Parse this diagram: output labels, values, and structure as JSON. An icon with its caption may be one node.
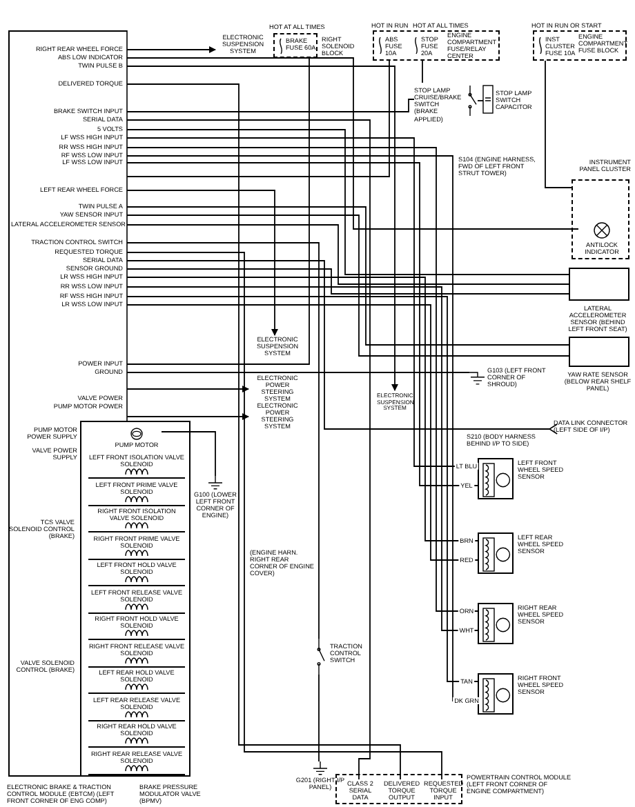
{
  "diagram": {
    "nodes": [
      {
        "text": [
          "ELECTRONIC BRAKE & TRACTION CONTROL MODULE (EBTCM) (LEFT FRONT CORNER OF ENG COMP)"
        ]
      },
      {
        "text": [
          "BRAKE PRESSURE MODULATOR VALVE (BPMV)"
        ]
      },
      {
        "text": [
          "PUMP MOTOR"
        ],
        "in": 1
      },
      {
        "text": [
          "LEFT FRONT ISOLATION VALVE SOLENOID"
        ],
        "in": 1
      },
      {
        "text": [
          "LEFT FRONT PRIME VALVE SOLENOID"
        ],
        "in": 1
      },
      {
        "text": [
          "RIGHT FRONT ISOLATION VALVE SOLENOID"
        ],
        "in": 1
      },
      {
        "text": [
          "RIGHT FRONT PRIME VALVE SOLENOID"
        ],
        "in": 1
      },
      {
        "text": [
          "LEFT FRONT HOLD VALVE SOLENOID"
        ],
        "in": 1
      },
      {
        "text": [
          "LEFT FRONT RELEASE VALVE SOLENOID"
        ],
        "in": 1
      },
      {
        "text": [
          "RIGHT FRONT HOLD VALVE SOLENOID"
        ],
        "in": 1
      },
      {
        "text": [
          "RIGHT FRONT RELEASE VALVE SOLENOID"
        ],
        "in": 1
      },
      {
        "text": [
          "LEFT REAR HOLD VALVE SOLENOID"
        ],
        "in": 1
      },
      {
        "text": [
          "LEFT REAR RELEASE VALVE SOLENOID"
        ],
        "in": 1
      },
      {
        "text": [
          "RIGHT REAR HOLD VALVE SOLENOID"
        ],
        "in": 1
      },
      {
        "text": [
          "RIGHT REAR RELEASE VALVE SOLENOID"
        ],
        "in": 1
      },
      {
        "text": [
          "ELECTRONIC SUSPENSION SYSTEM"
        ]
      },
      {
        "text": [
          "HOT AT ALL TIMES",
          "BRAKE FUSE 60A",
          "RIGHT SOLENOID BLOCK"
        ]
      },
      {
        "text": [
          "HOT IN RUN",
          "HOT AT ALL TIMES",
          "ABS FUSE 10A",
          "STOP FUSE 20A",
          "ENGINE COMPARTMENT FUSE/RELAY CENTER"
        ]
      },
      {
        "text": [
          "HOT IN RUN OR START",
          "INST CLUSTER FUSE 10A",
          "ENGINE COMPARTMENT FUSE BLOCK"
        ]
      },
      {
        "text": [
          "STOP LAMP CRUISE/BRAKE SWITCH (BRAKE APPLIED)"
        ]
      },
      {
        "text": [
          "STOP LAMP SWITCH CAPACITOR"
        ]
      },
      {
        "text": [
          "INSTRUMENT PANEL CLUSTER"
        ]
      },
      {
        "text": [
          "ANTILOCK INDICATOR"
        ],
        "in": 21
      },
      {
        "text": [
          "LATERAL ACCELEROMETER SENSOR (BEHIND LEFT FRONT SEAT)"
        ]
      },
      {
        "text": [
          "YAW RATE SENSOR (BELOW REAR SHELF PANEL)"
        ]
      },
      {
        "text": [
          "DATA LINK CONNECTOR (LEFT SIDE OF I/P)"
        ]
      },
      {
        "text": [
          "LEFT FRONT WHEEL SPEED SENSOR"
        ]
      },
      {
        "text": [
          "LEFT REAR WHEEL SPEED SENSOR"
        ]
      },
      {
        "text": [
          "RIGHT REAR WHEEL SPEED SENSOR"
        ]
      },
      {
        "text": [
          "RIGHT FRONT WHEEL SPEED SENSOR"
        ]
      },
      {
        "text": [
          "ELECTRONIC SUSPENSION SYSTEM"
        ]
      },
      {
        "text": [
          "ELECTRONIC SUSPENSION SYSTEM"
        ]
      },
      {
        "text": [
          "ELECTRONIC POWER STEERING SYSTEM"
        ]
      },
      {
        "text": [
          "ELECTRONIC POWER STEERING SYSTEM"
        ]
      },
      {
        "text": [
          "TRACTION CONTROL SWITCH"
        ]
      },
      {
        "text": [
          "POWERTRAIN CONTROL MODULE (LEFT FRONT CORNER OF ENGINE COMPARTMENT)"
        ]
      },
      {
        "text": [
          "CLASS 2 SERIAL DATA"
        ],
        "in": 35
      },
      {
        "text": [
          "DELIVERED TORQUE OUTPUT"
        ],
        "in": 35
      },
      {
        "text": [
          "REQUESTED TORQUE INPUT"
        ],
        "in": 35
      },
      {
        "text": [
          "G103 (LEFT FRONT CORNER OF SHROUD)"
        ]
      },
      {
        "text": [
          "G100 (LOWER LEFT FRONT CORNER OF ENGINE)"
        ]
      },
      {
        "text": [
          "G201 (RIGHT I/P PANEL)"
        ]
      }
    ],
    "edges": [
      {
        "from": 0,
        "to": 15,
        "arrow": "to"
      },
      {
        "from": 0,
        "to": 22,
        "arrow": "none"
      },
      {
        "from": 0,
        "to": 31,
        "arrow": "to"
      },
      {
        "from": 0,
        "to": 37,
        "arrow": "none"
      },
      {
        "from": 0,
        "to": 19,
        "arrow": "none"
      },
      {
        "from": 0,
        "to": 36,
        "arrow": "none"
      },
      {
        "from": 0,
        "to": 23,
        "arrow": "none"
      },
      {
        "from": 0,
        "to": 26,
        "arrow": "none",
        "label": "LT BLU"
      },
      {
        "from": 0,
        "to": 28,
        "arrow": "none",
        "label": "ORN"
      },
      {
        "from": 0,
        "to": 29,
        "arrow": "none",
        "label": "DK GRN"
      },
      {
        "from": 0,
        "to": 26,
        "arrow": "none",
        "label": "YEL"
      },
      {
        "from": 0,
        "to": 30,
        "arrow": "to"
      },
      {
        "from": 0,
        "to": 24,
        "arrow": "none"
      },
      {
        "from": 0,
        "to": 24,
        "arrow": "none"
      },
      {
        "from": 0,
        "to": 23,
        "arrow": "none"
      },
      {
        "from": 0,
        "to": 34,
        "arrow": "none"
      },
      {
        "from": 0,
        "to": 38,
        "arrow": "none"
      },
      {
        "from": 0,
        "to": 25,
        "arrow": "other"
      },
      {
        "from": 0,
        "to": 23,
        "arrow": "none"
      },
      {
        "from": 0,
        "to": 27,
        "arrow": "none",
        "label": "BRN"
      },
      {
        "from": 0,
        "to": 28,
        "arrow": "none",
        "label": "WHT"
      },
      {
        "from": 0,
        "to": 29,
        "arrow": "none",
        "label": "TAN"
      },
      {
        "from": 0,
        "to": 27,
        "arrow": "none",
        "label": "RED"
      },
      {
        "from": 16,
        "to": 0,
        "arrow": "none"
      },
      {
        "from": 17,
        "to": 0,
        "arrow": "none"
      },
      {
        "from": 17,
        "to": 19,
        "arrow": "none"
      },
      {
        "from": 18,
        "to": 21,
        "arrow": "none"
      },
      {
        "from": 19,
        "to": 20,
        "arrow": "none"
      },
      {
        "from": 0,
        "to": 32,
        "arrow": "to"
      },
      {
        "from": 0,
        "to": 33,
        "arrow": "to"
      },
      {
        "from": 0,
        "to": 39,
        "arrow": "none"
      },
      {
        "from": 2,
        "to": 40,
        "arrow": "none"
      },
      {
        "from": 34,
        "to": 41,
        "arrow": "none"
      }
    ],
    "labels": [
      "RIGHT REAR WHEEL FORCE",
      "ABS LOW INDICATOR",
      "TWIN PULSE B",
      "DELIVERED TORQUE",
      "BRAKE SWITCH INPUT",
      "SERIAL DATA",
      "5 VOLTS",
      "LF WSS HIGH INPUT",
      "RR WSS HIGH INPUT",
      "RF WSS LOW INPUT",
      "LF WSS LOW INPUT",
      "LEFT REAR WHEEL FORCE",
      "TWIN PULSE A",
      "YAW SENSOR INPUT",
      "LATERAL ACCELEROMETER SENSOR",
      "TRACTION CONTROL SWITCH",
      "REQUESTED TORQUE",
      "SERIAL DATA",
      "SENSOR GROUND",
      "LR WSS HIGH INPUT",
      "RR WSS LOW INPUT",
      "RF WSS HIGH INPUT",
      "LR WSS LOW INPUT",
      "POWER INPUT",
      "GROUND",
      "VALVE POWER",
      "PUMP MOTOR POWER",
      "S104 (ENGINE HARNESS, FWD OF LEFT FRONT STRUT TOWER)",
      "PUMP MOTOR POWER SUPPLY",
      "VALVE POWER SUPPLY",
      "S210 (BODY HARNESS BEHIND I/P TO SIDE)",
      "TCS VALVE SOLENOID CONTROL (BRAKE)",
      "(ENGINE HARN. RIGHT REAR CORNER OF ENGINE COVER)",
      "VALVE SOLENOID CONTROL (BRAKE)"
    ]
  }
}
